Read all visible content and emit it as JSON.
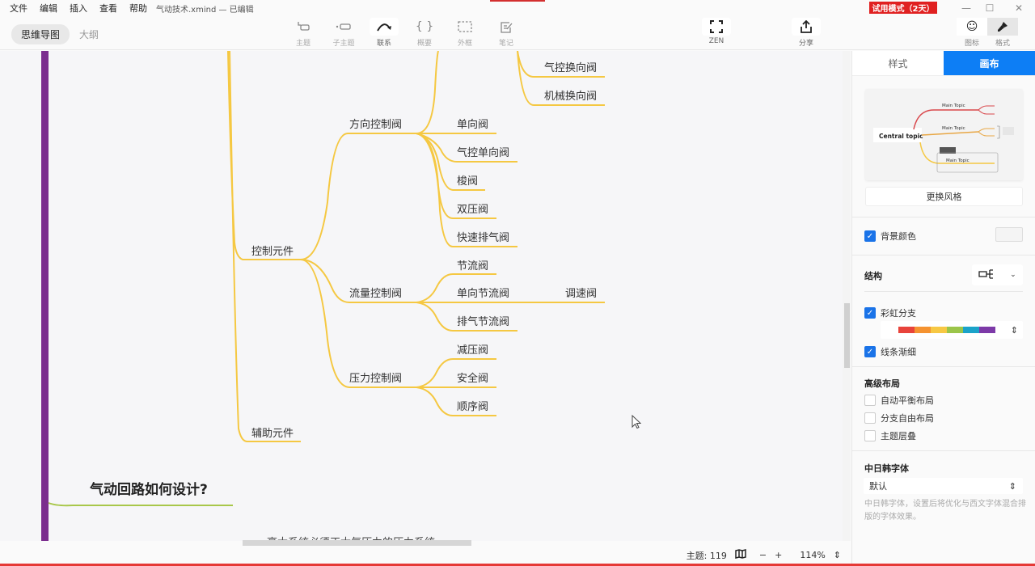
{
  "menu": {
    "items": [
      "文件",
      "编辑",
      "插入",
      "查看",
      "帮助"
    ],
    "doc_title": "气动技术.xmind — 已编辑"
  },
  "trial_badge": "试用模式（2天）",
  "window_controls": {
    "minimize": "—",
    "maximize": "☐",
    "close": "✕"
  },
  "view_tabs": [
    "思维导图",
    "大纲"
  ],
  "toolbar": {
    "tools": [
      {
        "label": "主题",
        "icon": "topic-icon"
      },
      {
        "label": "子主题",
        "icon": "subtopic-icon"
      },
      {
        "label": "联系",
        "icon": "relationship-icon"
      },
      {
        "label": "概要",
        "icon": "summary-icon"
      },
      {
        "label": "外框",
        "icon": "boundary-icon"
      },
      {
        "label": "笔记",
        "icon": "note-icon"
      }
    ],
    "zen": "ZEN",
    "share": "分享",
    "icon_panel": "图标",
    "format_panel": "格式"
  },
  "mindmap": {
    "nodes": {
      "qk_hxf": "气控换向阀",
      "jx_hxf": "机械换向阀",
      "fxkzf": "方向控制阀",
      "dxf": "单向阀",
      "qkdxf": "气控单向阀",
      "sf": "梭阀",
      "syf": "双压阀",
      "kspqf": "快速排气阀",
      "kzyj": "控制元件",
      "jlf": "节流阀",
      "llkzf": "流量控制阀",
      "dxjlf": "单向节流阀",
      "tsf": "调速阀",
      "pqjlf": "排气节流阀",
      "jyf": "减压阀",
      "ylkzf": "压力控制阀",
      "aqf": "安全阀",
      "sxf": "顺序阀",
      "fzyj": "辅助元件",
      "main_topic": "气动回路如何设计?",
      "cut_text": "高大系统必须正大气压力的压力系统"
    },
    "colors": {
      "purple": "#7b2d8e",
      "yellow": "#f5c842",
      "green": "#a8c74a"
    }
  },
  "status": {
    "topic_count": "主题: 119",
    "zoom": "114%",
    "minus": "−",
    "plus": "+"
  },
  "panel": {
    "tabs": [
      "样式",
      "画布"
    ],
    "active_tab": "画布",
    "preview": {
      "central": "Central topic",
      "main": "Main Topic",
      "sub": "topic"
    },
    "change_style": "更换风格",
    "bg_color": "背景颜色",
    "structure": "结构",
    "rainbow": "彩虹分支",
    "rainbow_colors": [
      "#e8433b",
      "#f59331",
      "#f7c844",
      "#9bc54a",
      "#1ba3c9",
      "#7d3aa8"
    ],
    "taper": "线条渐细",
    "advanced": "高级布局",
    "auto_balance": "自动平衡布局",
    "free_layout": "分支自由布局",
    "overlap": "主题层叠",
    "cjk_font": "中日韩字体",
    "font_value": "默认",
    "font_hint": "中日韩字体，设置后将优化与西文字体混合排版的字体效果。"
  }
}
